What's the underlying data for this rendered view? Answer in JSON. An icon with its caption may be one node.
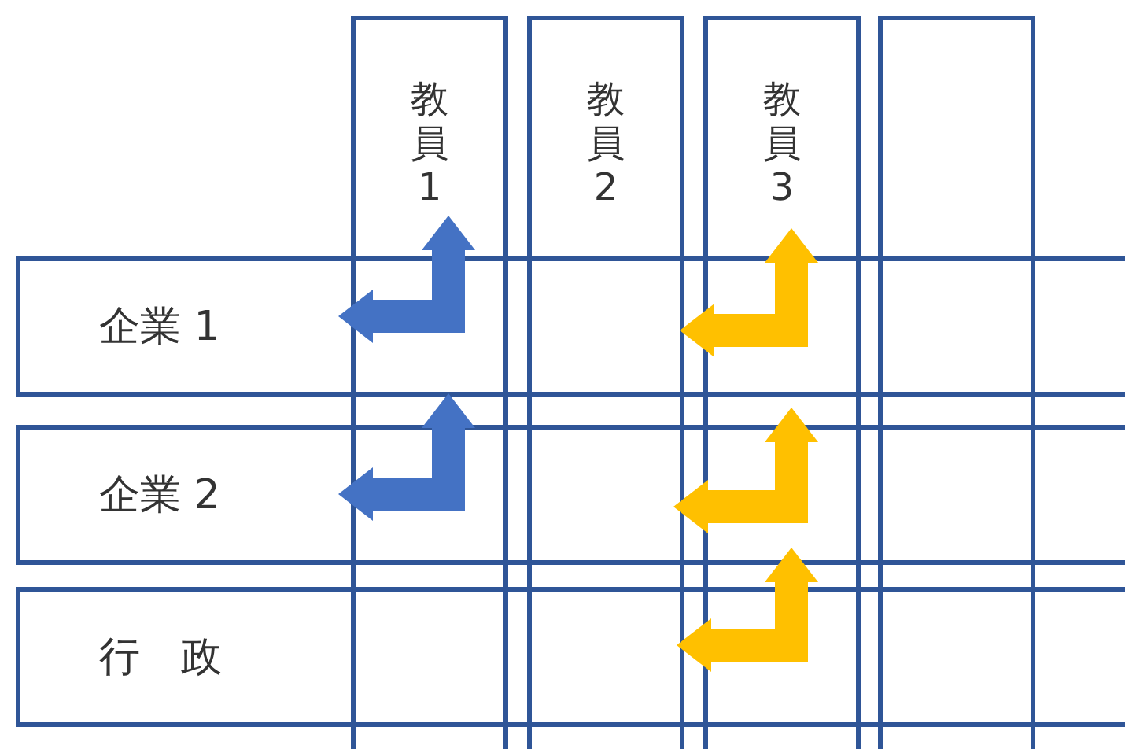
{
  "diagram": {
    "nodes": [
      {
        "text": [
          "教員1"
        ]
      },
      {
        "text": [
          "教員2"
        ]
      },
      {
        "text": [
          "教員3"
        ]
      },
      {
        "text": [],
        "shape": "box"
      },
      {
        "text": [
          "企業 1"
        ]
      },
      {
        "text": [
          "企業 2"
        ]
      },
      {
        "text": [
          "行　政"
        ]
      }
    ],
    "edges": [
      {
        "from": 4,
        "to": 0,
        "arrow": "both",
        "color": "#4472c4"
      },
      {
        "from": 5,
        "to": 0,
        "arrow": "both",
        "color": "#4472c4"
      },
      {
        "from": 4,
        "to": 2,
        "arrow": "both"
      },
      {
        "from": 5,
        "to": 2,
        "arrow": "both"
      },
      {
        "from": 6,
        "to": 2,
        "arrow": "both"
      }
    ]
  }
}
